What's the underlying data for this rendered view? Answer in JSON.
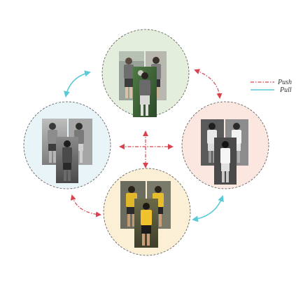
{
  "legend": {
    "push_label": "Push",
    "pull_label": "Pull"
  },
  "colors": {
    "push": "#d9434f",
    "pull": "#5cc9d6",
    "cluster_top": "#e4eedc",
    "cluster_left": "#e8f4f8",
    "cluster_right": "#fbe6e0",
    "cluster_bottom": "#fbf0d6",
    "cluster_border": "#555555"
  },
  "clusters": [
    {
      "id": "top",
      "subject": "person-grey-tshirt-dark-shorts"
    },
    {
      "id": "left",
      "subject": "person-grey-tshirt-grayscale"
    },
    {
      "id": "right",
      "subject": "person-white-tshirt-white-shorts"
    },
    {
      "id": "bottom",
      "subject": "person-yellow-tshirt-black-shorts"
    }
  ]
}
